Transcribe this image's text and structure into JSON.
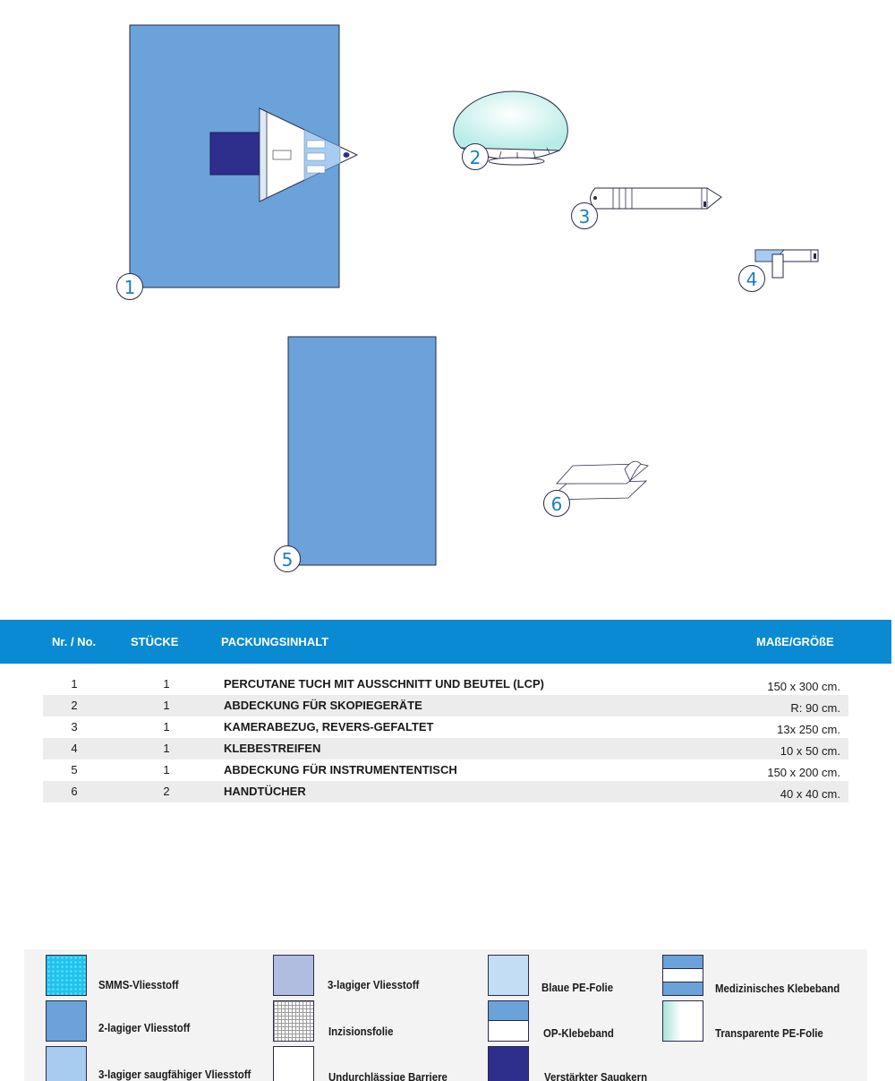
{
  "figure": {
    "callouts": [
      "1",
      "2",
      "3",
      "4",
      "5",
      "6"
    ]
  },
  "table": {
    "headers": {
      "nr": "Nr. / No.",
      "qty": "STÜCKE",
      "content": "PACKUNGSINHALT",
      "size": "MAßE/GRÖßE"
    },
    "rows": [
      {
        "nr": "1",
        "qty": "1",
        "desc": "PERCUTANE TUCH MIT AUSSCHNITT UND BEUTEL (LCP)",
        "size": "150 x 300 cm."
      },
      {
        "nr": "2",
        "qty": "1",
        "desc": "ABDECKUNG FÜR SKOPIEGERÄTE",
        "size": "R: 90 cm."
      },
      {
        "nr": "3",
        "qty": "1",
        "desc": "KAMERABEZUG, REVERS-GEFALTET",
        "size": "13x 250 cm."
      },
      {
        "nr": "4",
        "qty": "1",
        "desc": "KLEBESTREIFEN",
        "size": "10 x 50 cm."
      },
      {
        "nr": "5",
        "qty": "1",
        "desc": "ABDECKUNG FÜR INSTRUMENTENTISCH",
        "size": "150 x 200 cm."
      },
      {
        "nr": "6",
        "qty": "2",
        "desc": "HANDTÜCHER",
        "size": "40 x 40 cm."
      }
    ]
  },
  "legend": [
    {
      "label": "SMMS-Vliesstoff",
      "icon": "smms-fabric-swatch",
      "color": "#1ec4ee"
    },
    {
      "label": "2-lagiger Vliesstoff",
      "icon": "two-layer-fabric-swatch",
      "color": "#6aa2d9"
    },
    {
      "label": "3-lagiger saugfähiger Vliesstoff",
      "icon": "absorbent-fabric-swatch",
      "color": "#a7ccef"
    },
    {
      "label": "3-lagiger Vliesstoff",
      "icon": "three-layer-fabric-swatch",
      "color": "#b0bce0"
    },
    {
      "label": "Inzisionsfolie",
      "icon": "incision-film-swatch",
      "color": "#ffffff"
    },
    {
      "label": "Undurchlässige Barriere",
      "icon": "impermeable-barrier-swatch",
      "color": "#ffffff"
    },
    {
      "label": "Blaue PE-Folie",
      "icon": "blue-pe-film-swatch",
      "color": "#c3def4"
    },
    {
      "label": "OP-Klebeband",
      "icon": "op-tape-swatch",
      "color": "#6aa2d9"
    },
    {
      "label": "Verstärkter Saugkern",
      "icon": "reinforced-core-swatch",
      "color": "#2e2e8c"
    },
    {
      "label": "Medizinisches Klebeband",
      "icon": "medical-tape-swatch",
      "color": "#6aa2d9"
    },
    {
      "label": "Transparente PE-Folie",
      "icon": "transparent-pe-film-swatch",
      "color": "#cdeee8"
    }
  ]
}
